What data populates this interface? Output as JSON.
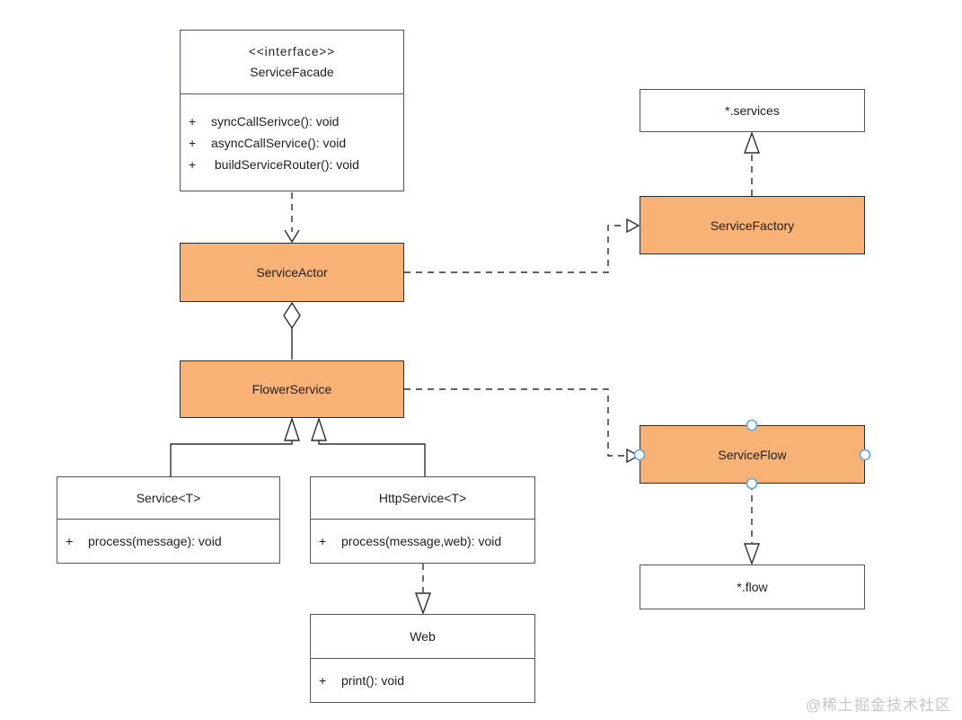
{
  "watermark": "@稀土掘金技术社区",
  "colors": {
    "node_fill_orange": "#F9B276",
    "node_border_orange": "#2E2E2E",
    "node_fill_white": "#FFFFFF",
    "node_border_gray": "#55555D",
    "line": "#2E2E2E",
    "selection_handle_blue": "#56A8E8",
    "watermark_gray": "#C8C8C8"
  },
  "classes": {
    "facade": {
      "stereotype": "<<interface>>",
      "name": "ServiceFacade",
      "methods": [
        {
          "v": "+",
          "s": "syncCallSerivce(): void"
        },
        {
          "v": "+",
          "s": "asyncCallService(): void"
        },
        {
          "v": "+",
          "s": " buildServiceRouter(): void"
        }
      ]
    },
    "actor": {
      "name": "ServiceActor"
    },
    "flower": {
      "name": "FlowerService"
    },
    "service_t": {
      "name": "Service<T>",
      "methods": [
        {
          "v": "+",
          "s": "process(message): void"
        }
      ]
    },
    "http_service_t": {
      "name": "HttpService<T>",
      "methods": [
        {
          "v": "+",
          "s": "process(message,web): void"
        }
      ]
    },
    "web": {
      "name": "Web",
      "methods": [
        {
          "v": "+",
          "s": "print(): void"
        }
      ]
    },
    "services_artifact": {
      "name": "*.services"
    },
    "factory": {
      "name": "ServiceFactory"
    },
    "flow": {
      "name": "ServiceFlow"
    },
    "flow_artifact": {
      "name": "*.flow"
    }
  },
  "edges": [
    {
      "type": "dependency-dashed-open-arrow",
      "from": "ServiceFacade",
      "to": "ServiceActor"
    },
    {
      "type": "aggregation-hollow-diamond",
      "from": "ServiceActor",
      "to": "FlowerService"
    },
    {
      "type": "realization-dashed-hollow-triangle",
      "from": "ServiceActor",
      "to": "ServiceFactory"
    },
    {
      "type": "realization-dashed-hollow-triangle",
      "from": "FlowerService",
      "to": "ServiceFlow"
    },
    {
      "type": "generalization-hollow-triangle",
      "from": "Service<T>",
      "to": "FlowerService"
    },
    {
      "type": "generalization-hollow-triangle",
      "from": "HttpService<T>",
      "to": "FlowerService"
    },
    {
      "type": "realization-dashed-hollow-triangle",
      "from": "ServiceFactory",
      "to": "*.services"
    },
    {
      "type": "realization-dashed-hollow-triangle",
      "from": "ServiceFlow",
      "to": "*.flow"
    },
    {
      "type": "realization-dashed-hollow-triangle",
      "from": "HttpService<T>",
      "to": "Web"
    }
  ]
}
